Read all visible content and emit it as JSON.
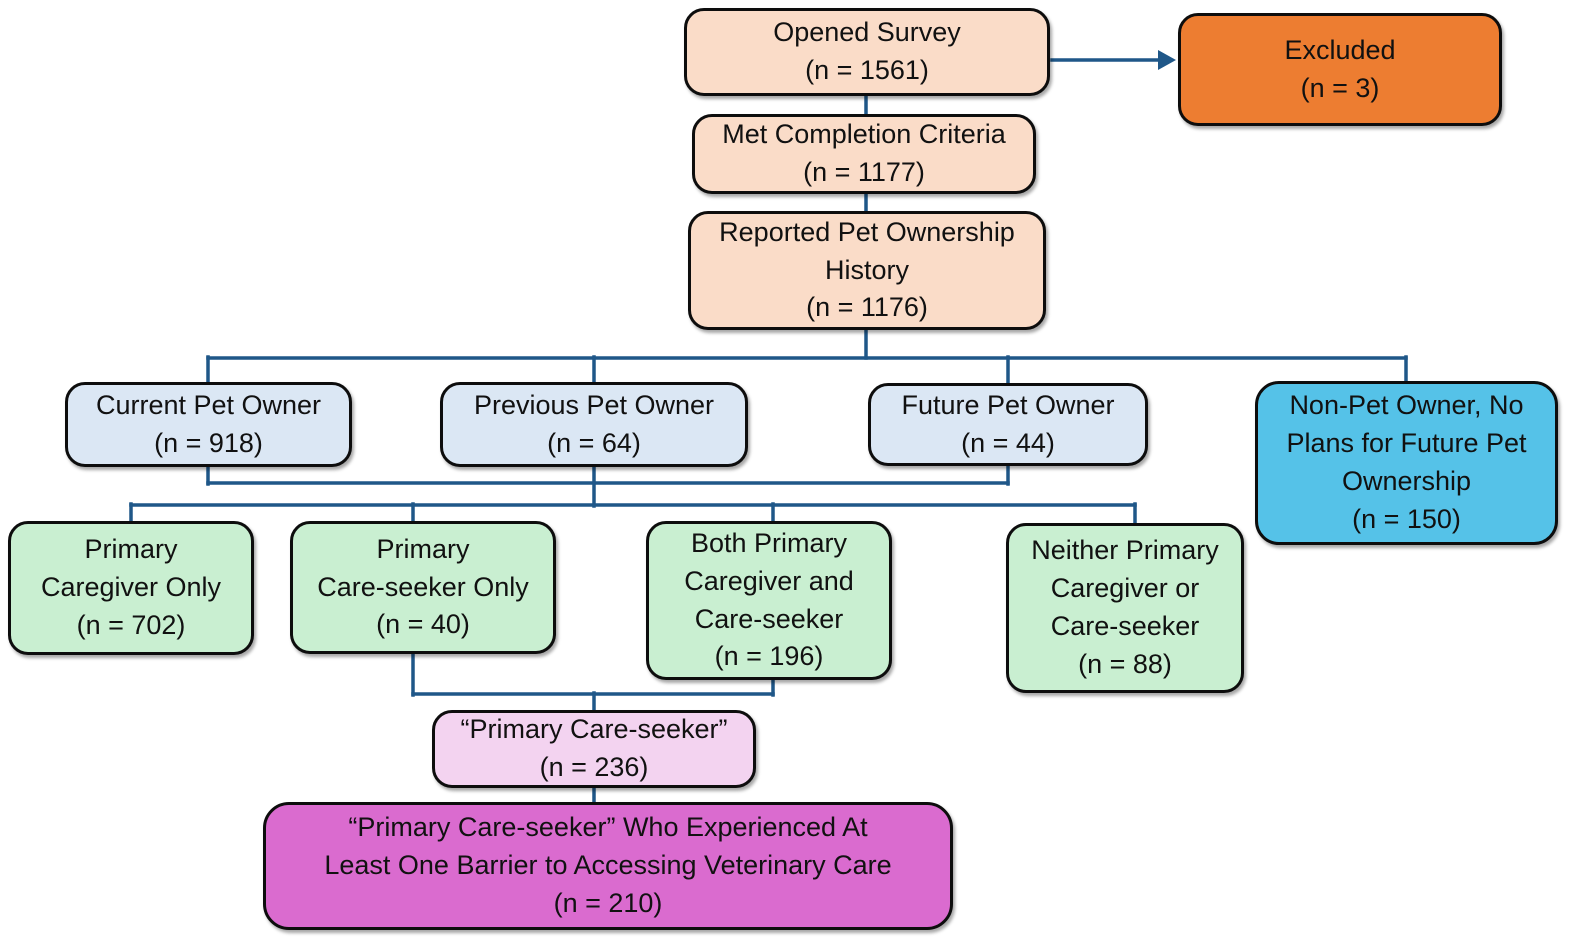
{
  "diagram": {
    "colors": {
      "peach": "#FADCC8",
      "orange": "#ED7D31",
      "light_blue": "#DBE7F4",
      "cyan": "#55C2E8",
      "green": "#C9EFD1",
      "pink": "#F3D3F0",
      "magenta": "#DA6BCF",
      "connector": "#1F5788",
      "border": "#0D0D0D"
    }
  },
  "nodes": {
    "opened_survey": {
      "lines": [
        "Opened Survey",
        "(n = 1561)"
      ],
      "fill": "#FADCC8"
    },
    "excluded": {
      "lines": [
        "Excluded",
        "(n = 3)"
      ],
      "fill": "#ED7D31"
    },
    "met_completion": {
      "lines": [
        "Met Completion Criteria",
        "(n = 1177)"
      ],
      "fill": "#FADCC8"
    },
    "reported_history": {
      "lines": [
        "Reported Pet Ownership",
        "History",
        "(n = 1176)"
      ],
      "fill": "#FADCC8"
    },
    "current_owner": {
      "lines": [
        "Current Pet Owner",
        "(n = 918)"
      ],
      "fill": "#DBE7F4"
    },
    "previous_owner": {
      "lines": [
        "Previous Pet Owner",
        "(n = 64)"
      ],
      "fill": "#DBE7F4"
    },
    "future_owner": {
      "lines": [
        "Future Pet Owner",
        "(n = 44)"
      ],
      "fill": "#DBE7F4"
    },
    "non_pet_owner": {
      "lines": [
        "Non-Pet Owner, No",
        "Plans for Future Pet",
        "Ownership",
        "(n = 150)"
      ],
      "fill": "#55C2E8"
    },
    "caregiver_only": {
      "lines": [
        "Primary",
        "Caregiver Only",
        "(n = 702)"
      ],
      "fill": "#C9EFD1"
    },
    "careseeker_only": {
      "lines": [
        "Primary",
        "Care-seeker Only",
        "(n = 40)"
      ],
      "fill": "#C9EFD1"
    },
    "both_roles": {
      "lines": [
        "Both Primary",
        "Caregiver and",
        "Care-seeker",
        "(n = 196)"
      ],
      "fill": "#C9EFD1"
    },
    "neither_role": {
      "lines": [
        "Neither Primary",
        "Caregiver or",
        "Care-seeker",
        "(n = 88)"
      ],
      "fill": "#C9EFD1"
    },
    "primary_careseeker": {
      "lines": [
        "“Primary Care-seeker”",
        "(n = 236)"
      ],
      "fill": "#F3D3F0"
    },
    "careseeker_barrier": {
      "lines": [
        "“Primary Care-seeker” Who Experienced At",
        "Least One Barrier to Accessing Veterinary Care",
        "(n = 210)"
      ],
      "fill": "#DA6BCF"
    }
  }
}
